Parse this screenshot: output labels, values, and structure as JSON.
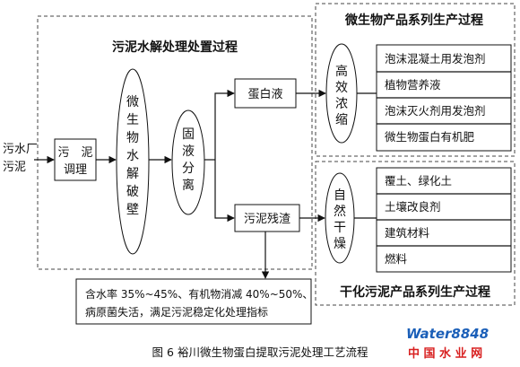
{
  "source": "污水厂污泥",
  "hydrolysis_title": "污泥水解处理处置过程",
  "conditioning": "污泥调理",
  "micro_hydrolysis": "微生物水解破壁",
  "solid_liquid": "固液分离",
  "protein_liquid": "蛋白液",
  "sludge_residue": "污泥残渣",
  "micro_products_title": "微生物产品系列生产过程",
  "concentrate": "高效浓缩",
  "micro_products": [
    "泡沫混凝土用发泡剂",
    "植物营养液",
    "泡沫灭火剂用发泡剂",
    "微生物蛋白有机肥"
  ],
  "dry": "自然干燥",
  "dry_products_title": "干化污泥产品系列生产过程",
  "dry_products": [
    "覆土、绿化土",
    "土壤改良剂",
    "建筑材料",
    "燃料"
  ],
  "note_line1": "含水率 35%~45%、有机物消减 40%~50%、",
  "note_line2": "病原菌失活，满足污泥稳定化处理指标",
  "caption": "图 6  裕川微生物蛋白提取污泥处理工艺流程",
  "watermark_brand": "Water8848",
  "watermark_sub": "中 国 水 业 网",
  "colors": {
    "ink": "#111111",
    "brand_blue": "#1b5fb8",
    "brand_red": "#d82020",
    "dash": "#444444"
  }
}
